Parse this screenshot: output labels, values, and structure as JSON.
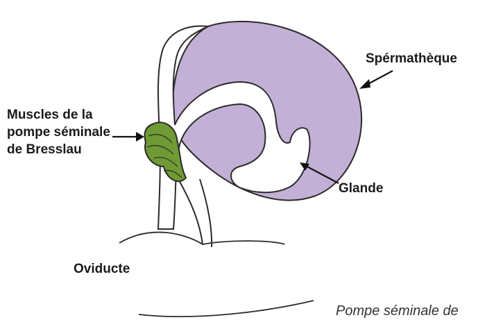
{
  "labels": {
    "spermatheque": "Spérmathèque",
    "muscles_line1": "Muscles de la",
    "muscles_line2": "pompe séminale",
    "muscles_line3": "de Bresslau",
    "glande": "Glande",
    "oviducte": "Oviducte"
  },
  "caption": "Pompe séminale de",
  "colors": {
    "spermatheque_fill": "#c2b0d6",
    "muscle_fill": "#6f9a34",
    "outline": "#2a2a2a",
    "text": "#1a1a1a"
  }
}
